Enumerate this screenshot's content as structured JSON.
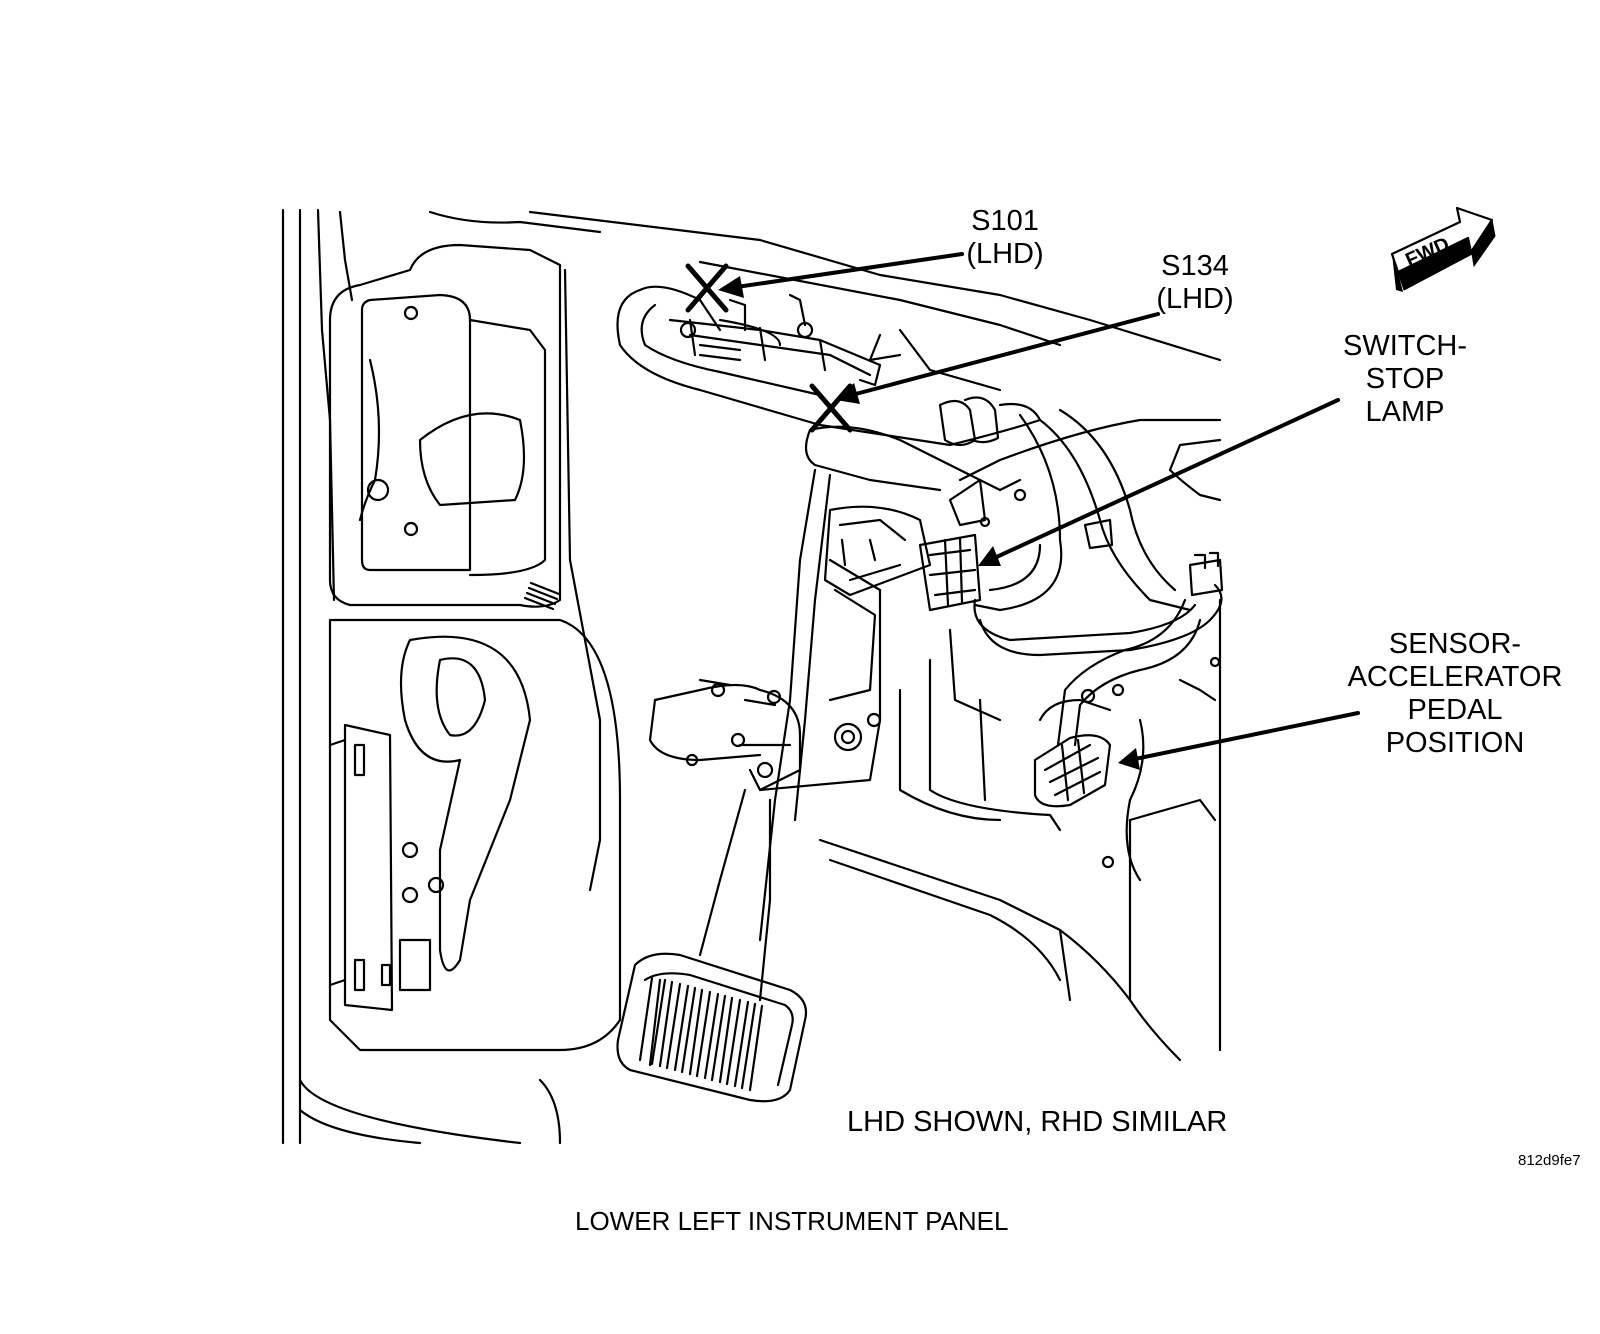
{
  "callouts": {
    "s101": {
      "line1": "S101",
      "line2": "(LHD)"
    },
    "s134": {
      "line1": "S134",
      "line2": "(LHD)"
    },
    "stop_lamp_switch": {
      "line1": "SWITCH-",
      "line2": "STOP",
      "line3": "LAMP"
    },
    "app_sensor": {
      "line1": "SENSOR-",
      "line2": "ACCELERATOR",
      "line3": "PEDAL",
      "line4": "POSITION"
    }
  },
  "note": "LHD SHOWN, RHD SIMILAR",
  "figure_id": "812d9fe7",
  "title": "LOWER LEFT INSTRUMENT PANEL",
  "direction_arrow": {
    "label": "FWD",
    "icon": "forward-arrow-icon"
  },
  "splice_marker": {
    "icon": "x-marker-icon"
  }
}
